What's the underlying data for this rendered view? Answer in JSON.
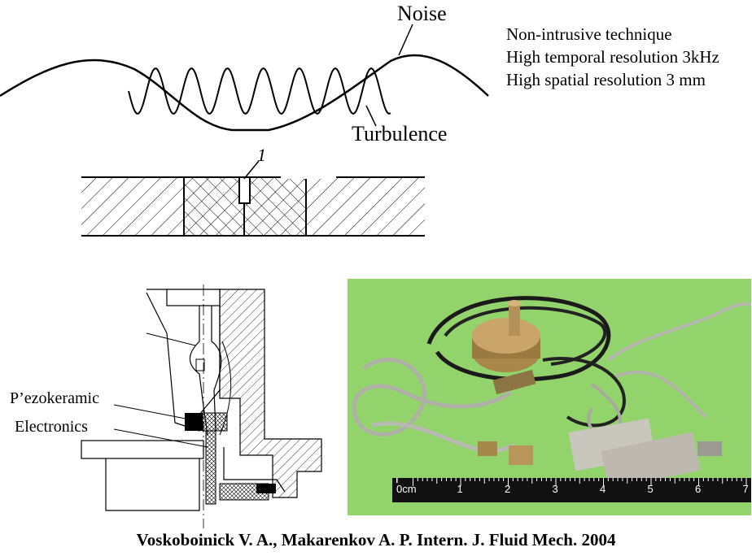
{
  "labels": {
    "noise": "Noise",
    "turbulence": "Turbulence",
    "marker": "1",
    "piezo": "P’ezokeramic",
    "electronics": "Electronics"
  },
  "features": [
    "Non-intrusive technique",
    "High temporal resolution 3kHz",
    "High spatial resolution 3 mm"
  ],
  "ruler": {
    "unit": "0cm",
    "ticks": [
      "1",
      "2",
      "3",
      "4",
      "5",
      "6",
      "7"
    ]
  },
  "citation": "Voskoboinick V. A., Makarenkov A. P. Intern. J. Fluid Mech. 2004",
  "colors": {
    "photo_background": "#92d36b",
    "ruler": "#111111",
    "brass": "#a9874a"
  }
}
